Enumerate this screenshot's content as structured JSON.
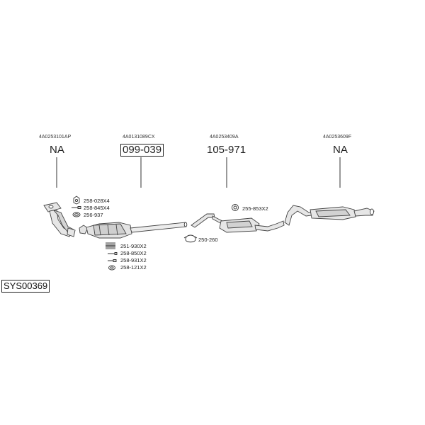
{
  "diagram": {
    "system_id": "SYS00369",
    "parts": [
      {
        "oem": "4A0253101AP",
        "part": "NA",
        "boxed": false
      },
      {
        "oem": "4A0131089CX",
        "part": "099-039",
        "boxed": true
      },
      {
        "oem": "4A0253409A",
        "part": "105-971",
        "boxed": false
      },
      {
        "oem": "4A0253609F",
        "part": "NA",
        "boxed": false
      }
    ],
    "hardware": [
      "258-028X4",
      "258-845X4",
      "256-937",
      "251-930X2",
      "258-850X2",
      "258-931X2",
      "258-121X2",
      "255-853X2",
      "250-260"
    ]
  }
}
